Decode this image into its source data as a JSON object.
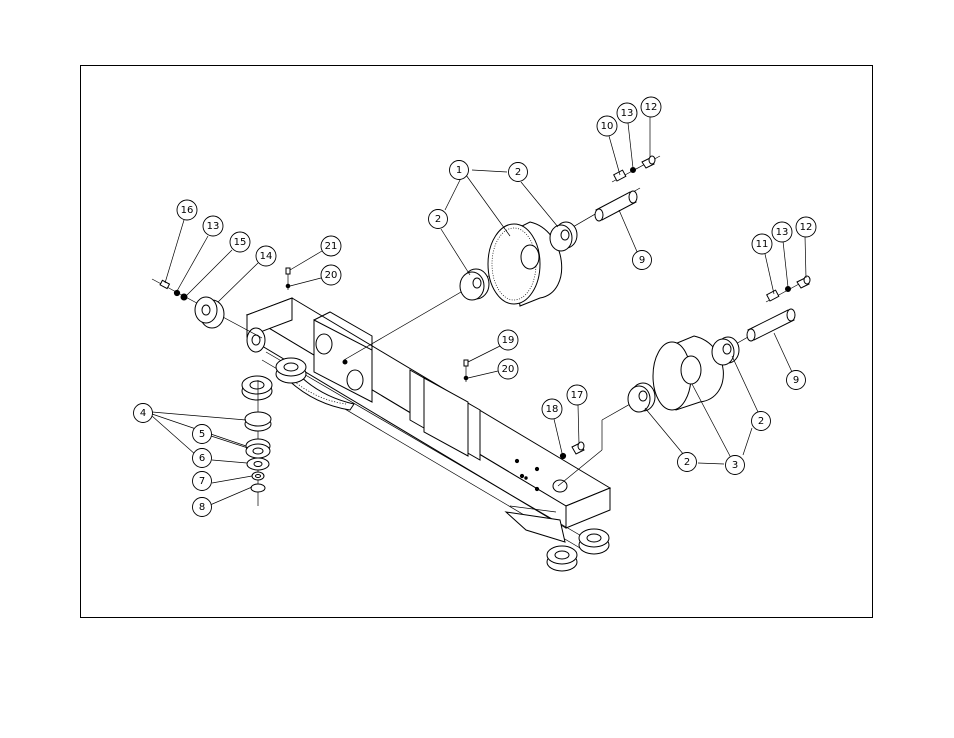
{
  "diagram": {
    "callouts": [
      {
        "id": "c1",
        "label": "1"
      },
      {
        "id": "c2a",
        "label": "2"
      },
      {
        "id": "c2b",
        "label": "2"
      },
      {
        "id": "c10",
        "label": "10"
      },
      {
        "id": "c13a",
        "label": "13"
      },
      {
        "id": "c12a",
        "label": "12"
      },
      {
        "id": "c9a",
        "label": "9"
      },
      {
        "id": "c16",
        "label": "16"
      },
      {
        "id": "c13b",
        "label": "13"
      },
      {
        "id": "c15",
        "label": "15"
      },
      {
        "id": "c14",
        "label": "14"
      },
      {
        "id": "c21",
        "label": "21"
      },
      {
        "id": "c20a",
        "label": "20"
      },
      {
        "id": "c11",
        "label": "11"
      },
      {
        "id": "c13c",
        "label": "13"
      },
      {
        "id": "c12b",
        "label": "12"
      },
      {
        "id": "c9b",
        "label": "9"
      },
      {
        "id": "c19",
        "label": "19"
      },
      {
        "id": "c20b",
        "label": "20"
      },
      {
        "id": "c4",
        "label": "4"
      },
      {
        "id": "c5",
        "label": "5"
      },
      {
        "id": "c6",
        "label": "6"
      },
      {
        "id": "c7",
        "label": "7"
      },
      {
        "id": "c8",
        "label": "8"
      },
      {
        "id": "c18",
        "label": "18"
      },
      {
        "id": "c17",
        "label": "17"
      },
      {
        "id": "c2c",
        "label": "2"
      },
      {
        "id": "c2d",
        "label": "2"
      },
      {
        "id": "c3",
        "label": "3"
      }
    ]
  }
}
